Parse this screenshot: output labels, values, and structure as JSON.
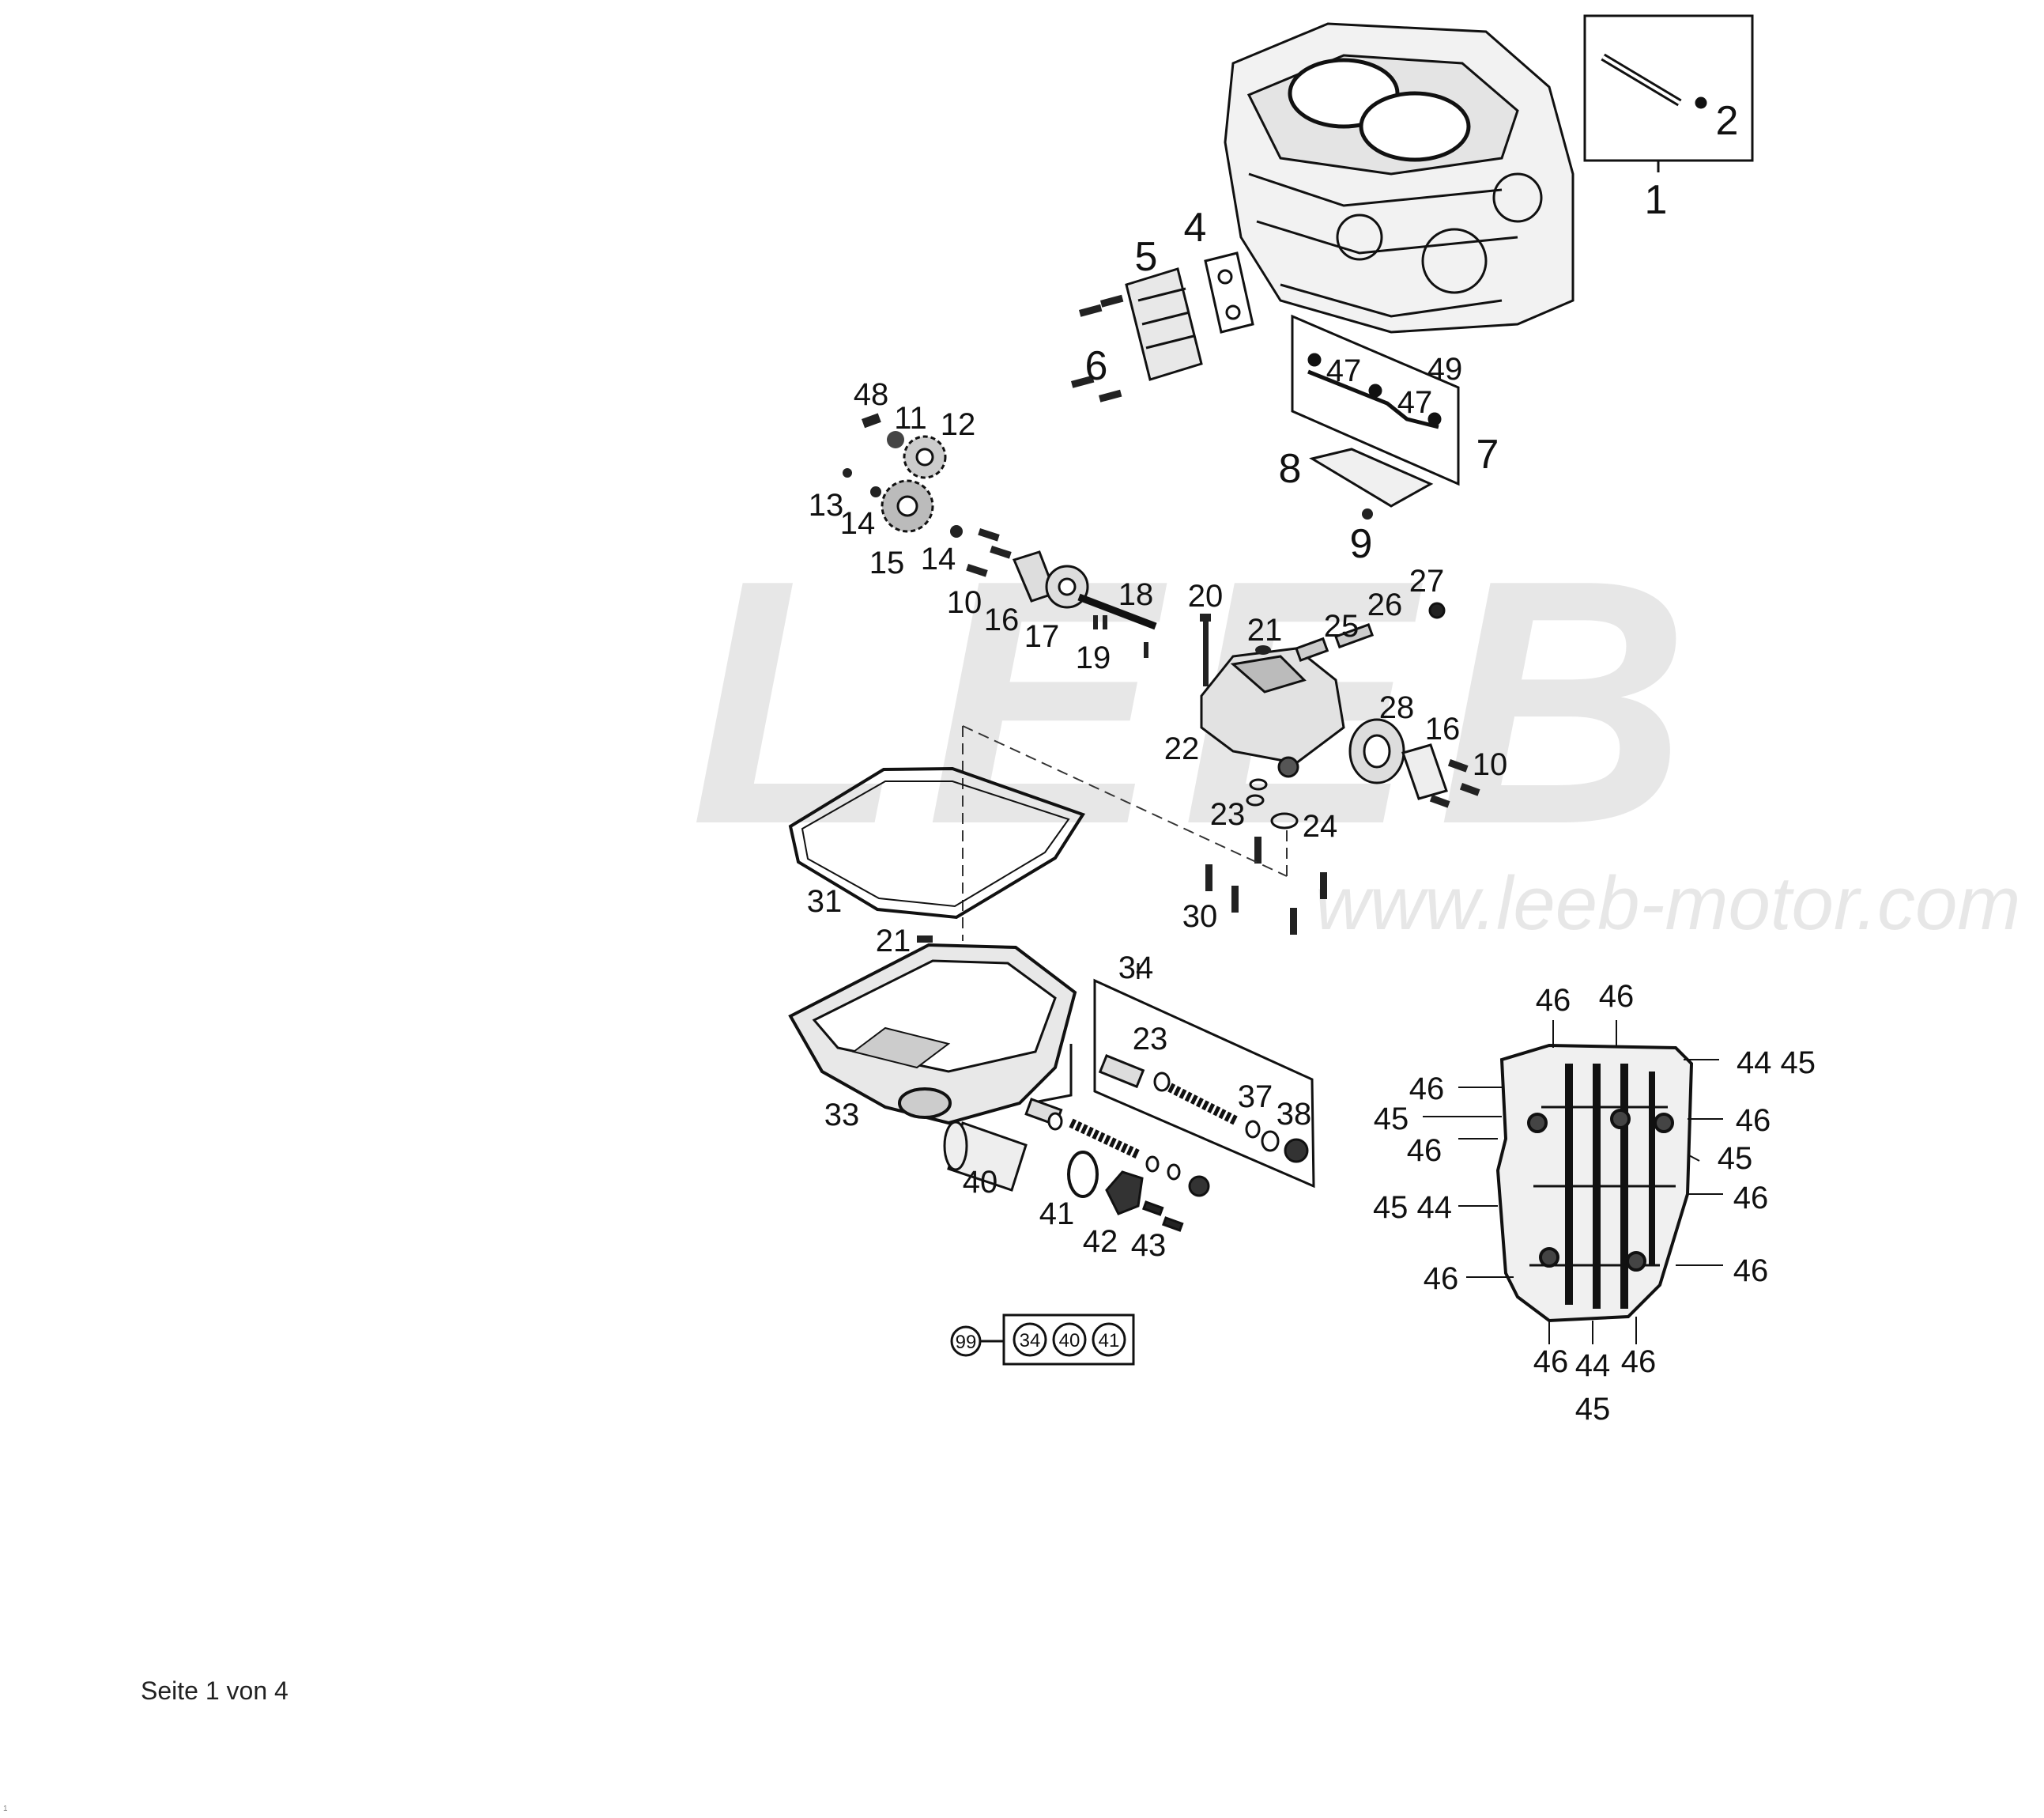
{
  "watermark": {
    "logo": "LEEB",
    "url": "www.leeb-motor.com"
  },
  "kit": {
    "id": "99",
    "contents": [
      "34",
      "40",
      "41"
    ]
  },
  "footer": "Seite 1 von 4",
  "corner_mark": "1",
  "callouts": [
    {
      "id": "c1",
      "text": "1"
    },
    {
      "id": "c2",
      "text": "2"
    },
    {
      "id": "c4",
      "text": "4"
    },
    {
      "id": "c5",
      "text": "5"
    },
    {
      "id": "c6",
      "text": "6"
    },
    {
      "id": "c7",
      "text": "7"
    },
    {
      "id": "c8",
      "text": "8"
    },
    {
      "id": "c9",
      "text": "9"
    },
    {
      "id": "c47a",
      "text": "47"
    },
    {
      "id": "c49",
      "text": "49"
    },
    {
      "id": "c47b",
      "text": "47"
    },
    {
      "id": "c48",
      "text": "48"
    },
    {
      "id": "c11",
      "text": "11"
    },
    {
      "id": "c12",
      "text": "12"
    },
    {
      "id": "c13",
      "text": "13"
    },
    {
      "id": "c14a",
      "text": "14"
    },
    {
      "id": "c15",
      "text": "15"
    },
    {
      "id": "c14b",
      "text": "14"
    },
    {
      "id": "c10a",
      "text": "10"
    },
    {
      "id": "c16a",
      "text": "16"
    },
    {
      "id": "c17",
      "text": "17"
    },
    {
      "id": "c18",
      "text": "18"
    },
    {
      "id": "c19",
      "text": "19"
    },
    {
      "id": "c20",
      "text": "20"
    },
    {
      "id": "c21a",
      "text": "21"
    },
    {
      "id": "c25",
      "text": "25"
    },
    {
      "id": "c26",
      "text": "26"
    },
    {
      "id": "c27",
      "text": "27"
    },
    {
      "id": "c22",
      "text": "22"
    },
    {
      "id": "c28",
      "text": "28"
    },
    {
      "id": "c16b",
      "text": "16"
    },
    {
      "id": "c10b",
      "text": "10"
    },
    {
      "id": "c23a",
      "text": "23"
    },
    {
      "id": "c24",
      "text": "24"
    },
    {
      "id": "c31",
      "text": "31"
    },
    {
      "id": "c30",
      "text": "30"
    },
    {
      "id": "c21b",
      "text": "21"
    },
    {
      "id": "c34",
      "text": "34"
    },
    {
      "id": "c23b",
      "text": "23"
    },
    {
      "id": "c33",
      "text": "33"
    },
    {
      "id": "c37",
      "text": "37"
    },
    {
      "id": "c38",
      "text": "38"
    },
    {
      "id": "c40",
      "text": "40"
    },
    {
      "id": "c41",
      "text": "41"
    },
    {
      "id": "c42",
      "text": "42"
    },
    {
      "id": "c43",
      "text": "43"
    },
    {
      "id": "s46a",
      "text": "46"
    },
    {
      "id": "s46b",
      "text": "46"
    },
    {
      "id": "s4445",
      "text": "44 45"
    },
    {
      "id": "s46c",
      "text": "46"
    },
    {
      "id": "s45a",
      "text": "45"
    },
    {
      "id": "s46d",
      "text": "46"
    },
    {
      "id": "s46e",
      "text": "46"
    },
    {
      "id": "s45b",
      "text": "45"
    },
    {
      "id": "s4544",
      "text": "45 44"
    },
    {
      "id": "s46f",
      "text": "46"
    },
    {
      "id": "s46g",
      "text": "46"
    },
    {
      "id": "s46h",
      "text": "46"
    },
    {
      "id": "s46i",
      "text": "46"
    },
    {
      "id": "s44",
      "text": "44"
    },
    {
      "id": "s46j",
      "text": "46"
    },
    {
      "id": "s45c",
      "text": "45"
    }
  ]
}
